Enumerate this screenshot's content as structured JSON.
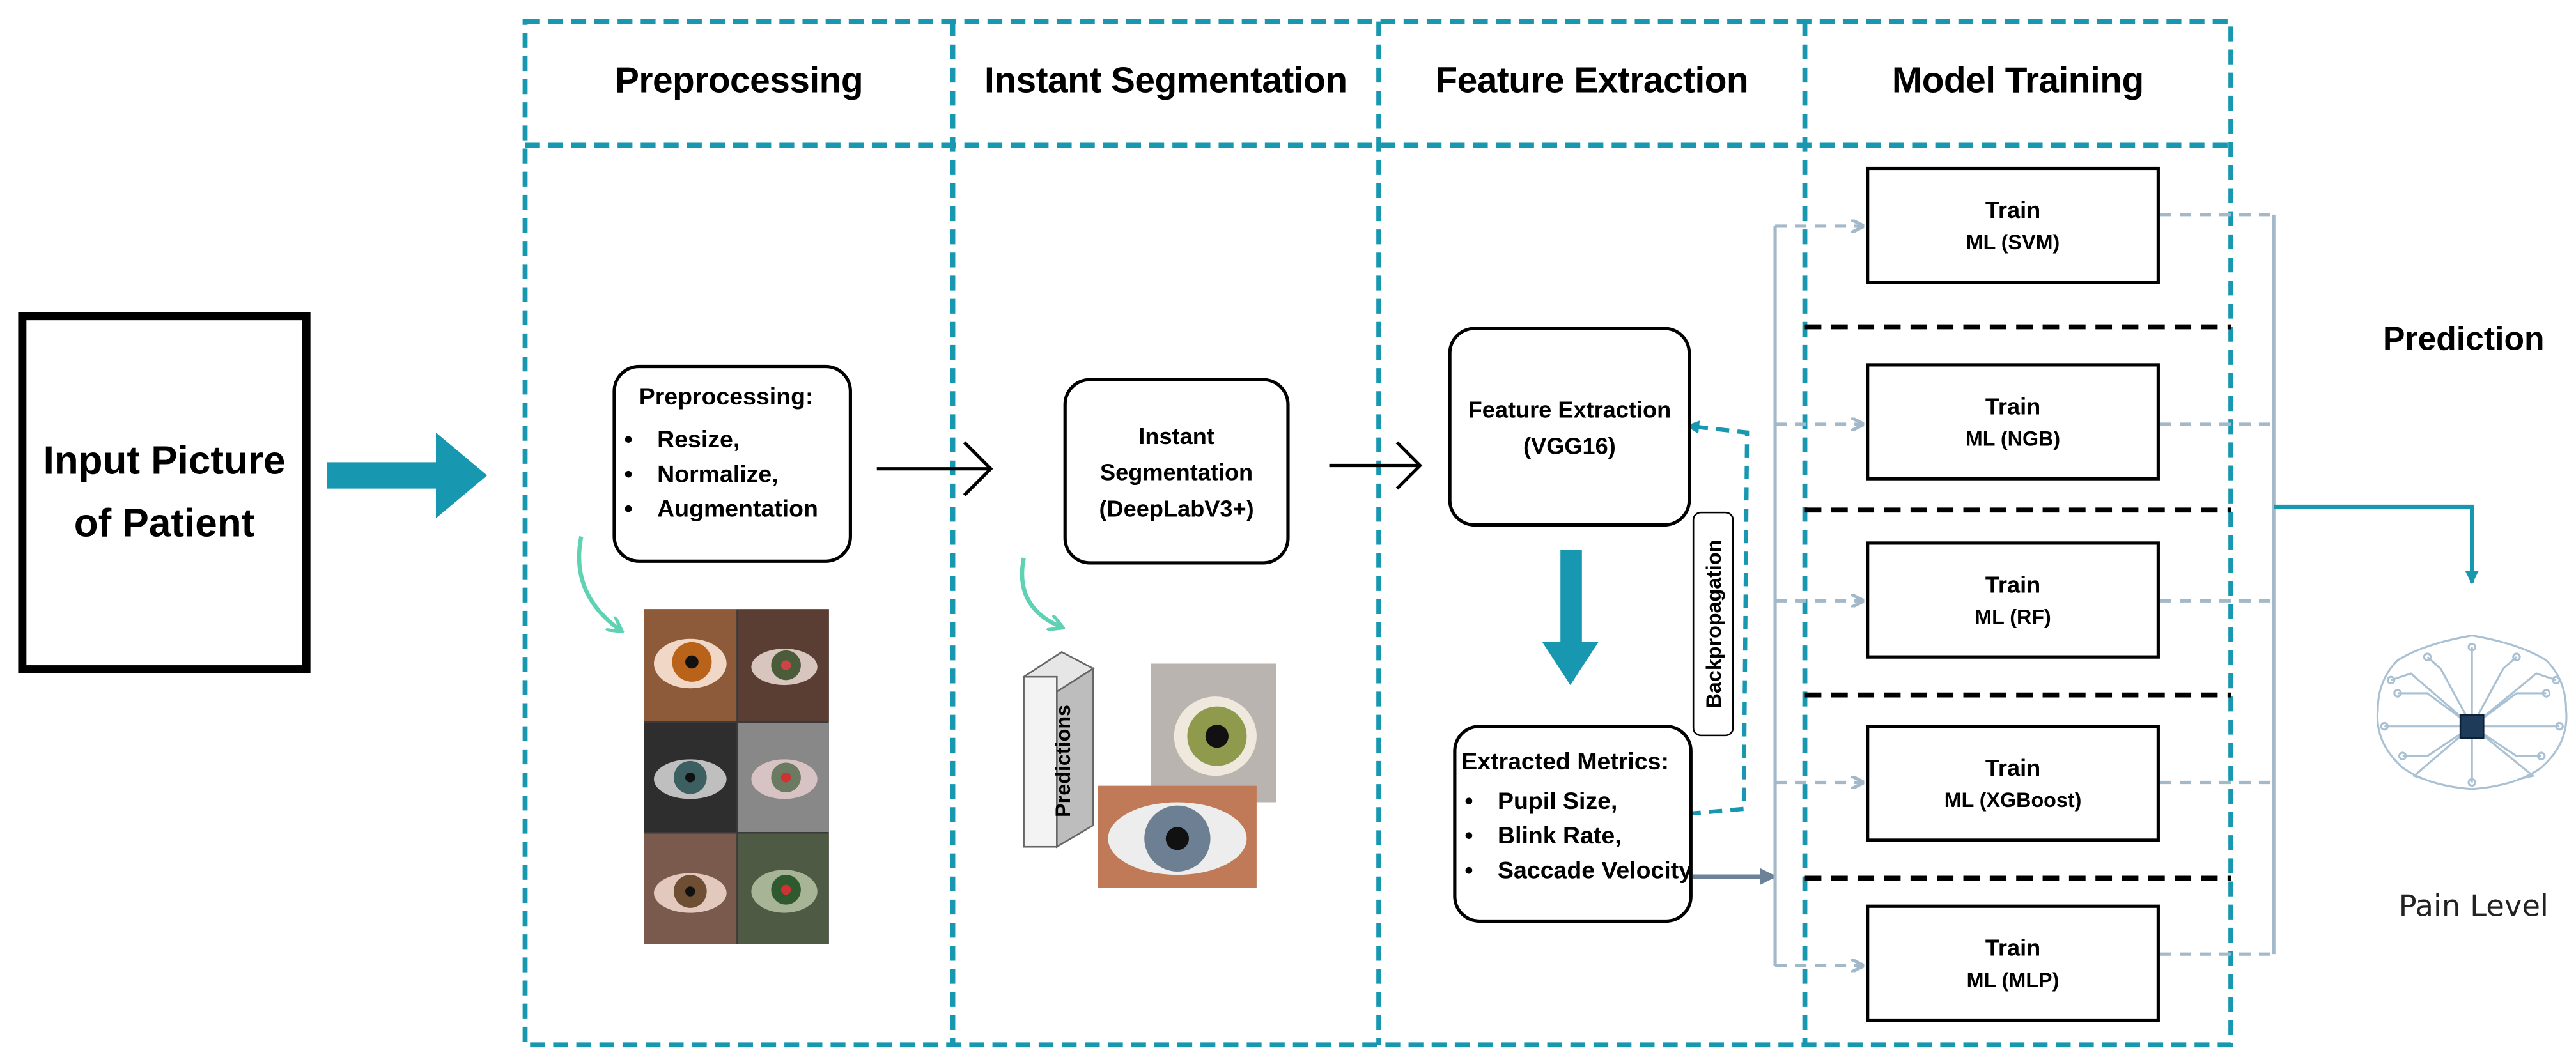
{
  "input": {
    "title_line1": "Input Picture",
    "title_line2": "of Patient"
  },
  "stages": {
    "preprocessing": "Preprocessing",
    "segmentation": "Instant Segmentation",
    "feature_extraction": "Feature Extraction",
    "model_training": "Model Training"
  },
  "preprocessing_box": {
    "title": "Preprocessing:",
    "items": [
      "Resize,",
      "Normalize,",
      "Augmentation"
    ]
  },
  "segmentation_box": {
    "line1": "Instant",
    "line2": "Segmentation",
    "line3": "(DeepLabV3+)"
  },
  "predictions_label": "Predictions",
  "feature_box": {
    "line1": "Feature Extraction",
    "line2": "(VGG16)"
  },
  "metrics_box": {
    "title": "Extracted Metrics:",
    "items": [
      "Pupil Size,",
      "Blink Rate,",
      "Saccade Velocity"
    ]
  },
  "backprop_label": "Backpropagation",
  "models": [
    {
      "line1": "Train",
      "line2": "ML (SVM)"
    },
    {
      "line1": "Train",
      "line2": "ML (NGB)"
    },
    {
      "line1": "Train",
      "line2": "ML (RF)"
    },
    {
      "line1": "Train",
      "line2": "ML (XGBoost)"
    },
    {
      "line1": "Train",
      "line2": "ML (MLP)"
    }
  ],
  "prediction_label": "Prediction",
  "output_label": "Pain Level",
  "colors": {
    "teal": "#1797b0",
    "gray_blue": "#a3b8c8",
    "arrow_dark": "#6b8298",
    "mint": "#5fd2b4"
  },
  "icons": [
    "right-arrow-icon",
    "down-arrow-icon",
    "curved-arrow-icon",
    "circuit-brain-icon",
    "chip-icon"
  ]
}
